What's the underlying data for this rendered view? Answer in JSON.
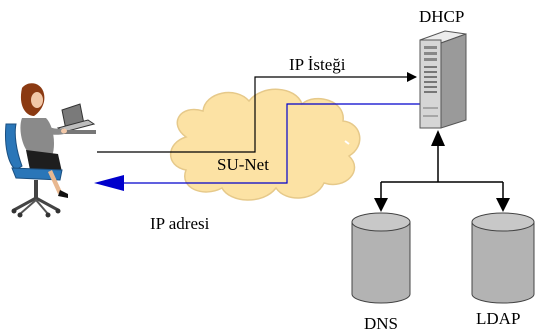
{
  "labels": {
    "dhcp": "DHCP",
    "request": "IP İsteği",
    "network": "SU-Net",
    "response": "IP adresi",
    "dns": "DNS",
    "ldap": "LDAP"
  },
  "colors": {
    "request_line": "#000000",
    "response_line": "#0000cc",
    "cloud_fill": "#fce2a4",
    "cloud_stroke": "#e6c98a",
    "server_body": "#d6d6d6",
    "db_fill": "#b3b3b3"
  },
  "icons": {
    "user": "woman-at-laptop-icon",
    "server": "server-tower-icon",
    "database": "database-cylinder-icon"
  }
}
